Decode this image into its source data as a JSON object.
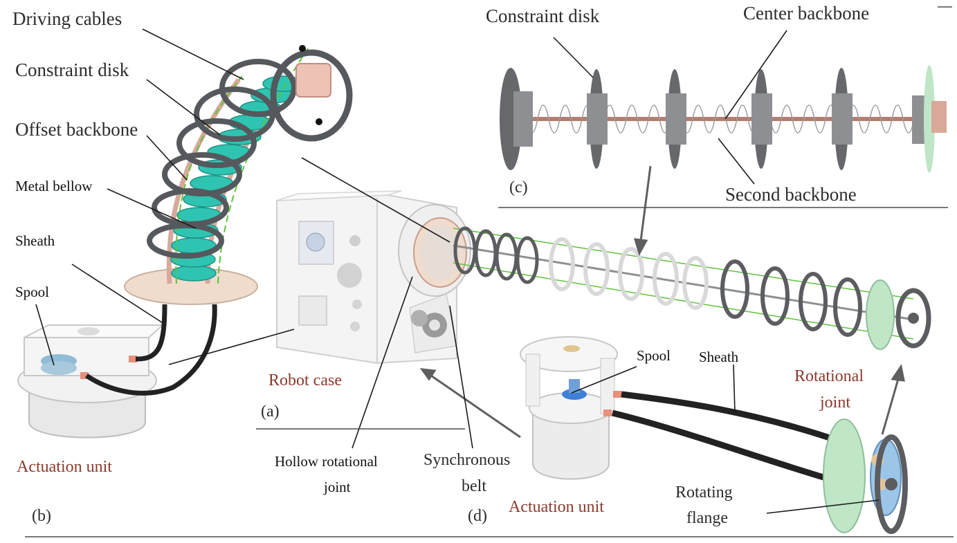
{
  "labels": {
    "driving_cables": "Driving cables",
    "constraint_disk_b": "Constraint disk",
    "offset_backbone": "Offset backbone",
    "metal_bellow": "Metal bellow",
    "sheath_b": "Sheath",
    "spool_b": "Spool",
    "actuation_unit_b": "Actuation unit",
    "panel_b": "(b)",
    "constraint_disk_c": "Constraint disk",
    "center_backbone": "Center backbone",
    "second_backbone": "Second backbone",
    "panel_c": "(c)",
    "robot_case": "Robot case",
    "panel_a": "(a)",
    "hollow_joint_1": "Hollow rotational",
    "hollow_joint_2": "joint",
    "sync_belt_1": "Synchronous",
    "sync_belt_2": "belt",
    "actuation_unit_d": "Actuation unit",
    "panel_d": "(d)",
    "spool_d": "Spool",
    "sheath_d": "Sheath",
    "rotational_joint_1": "Rotational",
    "rotational_joint_2": "joint",
    "rotating_flange_1": "Rotating",
    "rotating_flange_2": "flange"
  },
  "colors": {
    "label_red": "#8b3a2b",
    "disk_gray": "#5b5d60",
    "bellow_teal": "#2fc4b2",
    "rod_pink": "#d7a99b",
    "flange_green": "#bfe6c6",
    "case_white": "#f2f2f2",
    "sheath_black": "#222222"
  }
}
